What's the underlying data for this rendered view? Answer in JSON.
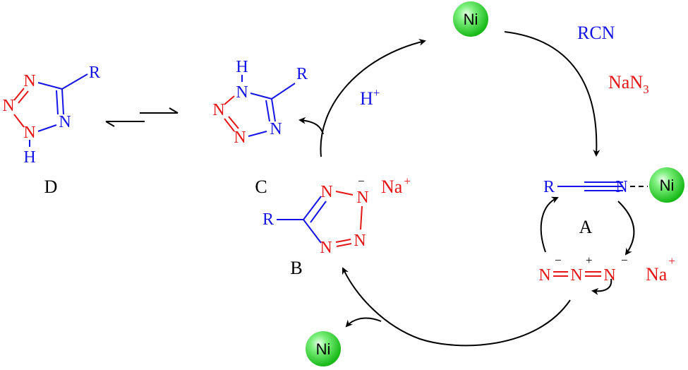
{
  "colors": {
    "blue": "#1414e6",
    "red": "#e61414",
    "black": "#000000",
    "ni_green": "#2ee62e"
  },
  "labels": {
    "A": "A",
    "B": "B",
    "C": "C",
    "D": "D"
  },
  "reagents": {
    "rcn": "RCN",
    "nan3_main": "NaN",
    "nan3_sub": "3",
    "proton": "H",
    "proton_sup": "+",
    "sodium_ion": "Na",
    "sodium_ion_sup": "+"
  },
  "catalyst": {
    "ni": "Ni"
  },
  "atoms": {
    "R": "R",
    "N": "N",
    "H": "H",
    "minus": "−",
    "plus": "+"
  }
}
